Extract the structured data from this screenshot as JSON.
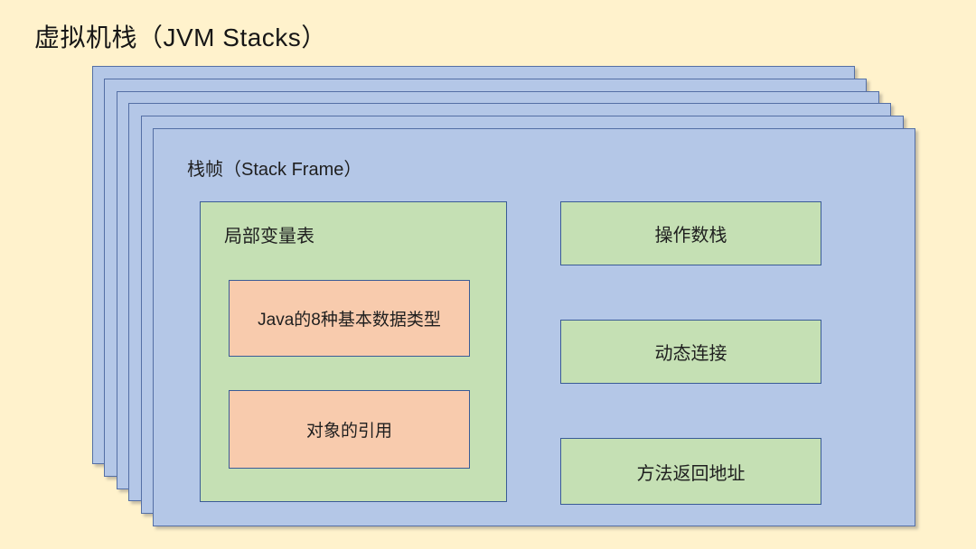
{
  "page": {
    "title": "虚拟机栈（JVM Stacks）"
  },
  "colors": {
    "background": "#FFF2CC",
    "frame_fill": "#B4C7E7",
    "frame_border": "#546FA5",
    "box_border": "#3A5B96",
    "green_fill": "#C5E0B4",
    "orange_fill": "#F8CBAD",
    "text": "#1F1F1F"
  },
  "diagram": {
    "stack_frame_count": 6,
    "frame": {
      "label": "栈帧（Stack Frame）",
      "local_variable_table": {
        "label": "局部变量表",
        "items": [
          {
            "label": "Java的8种基本数据类型"
          },
          {
            "label": "对象的引用"
          }
        ]
      },
      "right_boxes": [
        {
          "label": "操作数栈"
        },
        {
          "label": "动态连接"
        },
        {
          "label": "方法返回地址"
        }
      ]
    }
  }
}
